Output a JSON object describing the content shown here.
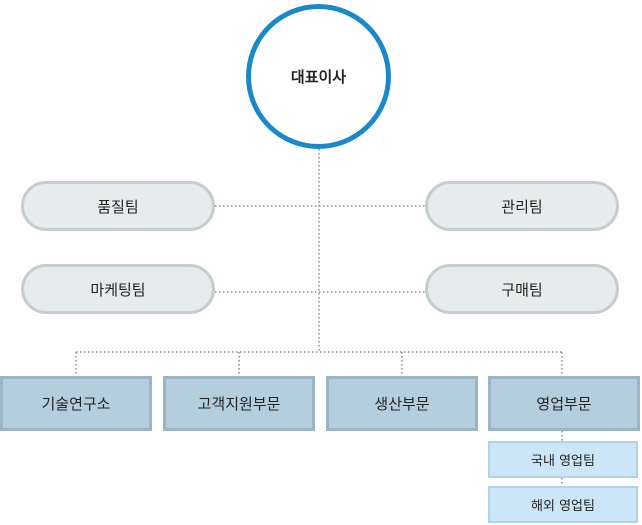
{
  "ceo": {
    "label": "대표이사"
  },
  "staff_teams": {
    "left": [
      {
        "label": "품질팀"
      },
      {
        "label": "마케팅팀"
      }
    ],
    "right": [
      {
        "label": "관리팀"
      },
      {
        "label": "구매팀"
      }
    ]
  },
  "divisions": [
    {
      "label": "기술연구소"
    },
    {
      "label": "고객지원부문"
    },
    {
      "label": "생산부문"
    },
    {
      "label": "영업부문"
    }
  ],
  "sales_teams": [
    {
      "label": "국내 영업팀"
    },
    {
      "label": "해외 영업팀"
    }
  ],
  "colors": {
    "ceo_border": "#1b88c9",
    "team_fill": "#e6ebec",
    "team_border": "#c6cdd0",
    "division_fill": "#b4cede",
    "division_border": "#9ab5c5",
    "subteam_fill": "#cce6f7",
    "subteam_border": "#aed4ec",
    "connector": "#8a8a8a"
  }
}
